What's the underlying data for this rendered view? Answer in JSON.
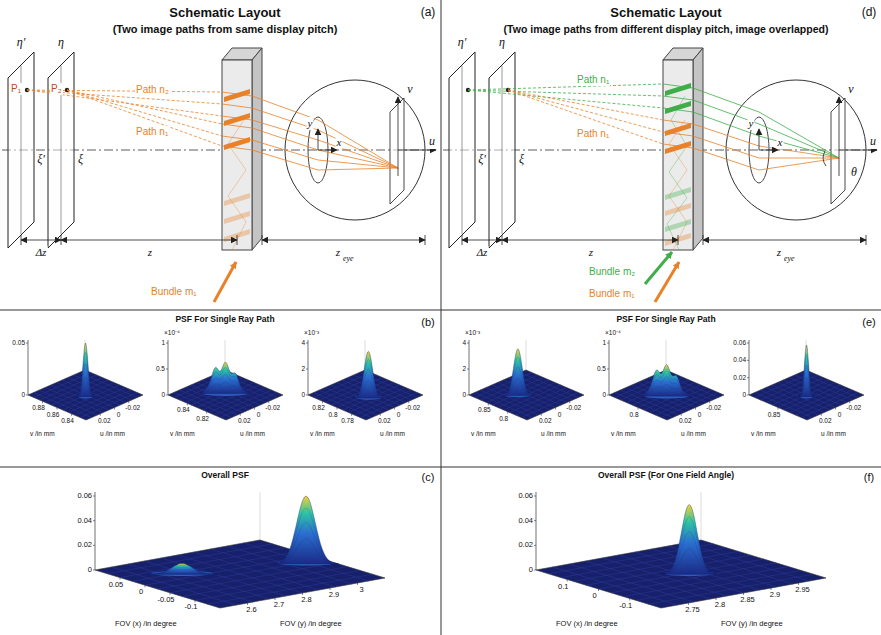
{
  "diagram": {
    "labels": [
      "Schematic Layout",
      "(Two image paths from same display pitch)",
      "(a)",
      "η'",
      "η",
      "P₁",
      "P₂",
      "Path n₂",
      "ξ'",
      "ξ",
      "Path n₁",
      "y",
      "x",
      "v",
      "u",
      "Δz",
      "z",
      "z",
      "eye",
      "Bundle m₁",
      "PSF For Single Ray Path",
      "0.05",
      "0",
      "0.88",
      "0.86",
      "0.84",
      "0.02",
      "0",
      "-0.02",
      "v /in mm",
      "u /in mm",
      "×10⁻⁴",
      "1",
      "0.5",
      "0",
      "0.84",
      "0.82",
      "0.02",
      "0",
      "-0.02",
      "v /in mm",
      "u /in mm",
      "×10⁻³",
      "4",
      "2",
      "0",
      "0.82",
      "0.8",
      "0.78",
      "0.02",
      "0",
      "-0.02",
      "v /in mm",
      "u /in mm",
      "Overall PSF",
      "0.06",
      "0.04",
      "0.02",
      "0",
      "0.05",
      "0",
      "-0.05",
      "-0.1",
      "2.6",
      "2.7",
      "2.8",
      "2.9",
      "3",
      "FOV (x) /in degree",
      "FOV (y) /in degree",
      "Schematic Layout",
      "(Two image paths from different display pitch, image overlapped)",
      "(d)",
      "η'",
      "η",
      "ξ'",
      "ξ",
      "Path n₁",
      "Path n₁",
      "y",
      "x",
      "v",
      "u",
      "θ",
      "Δz",
      "z",
      "z",
      "eye",
      "Bundle m₂",
      "Bundle m₁",
      "PSF For Single Ray Path",
      "×10⁻³",
      "4",
      "2",
      "0",
      "0.85",
      "0.8",
      "0.02",
      "0",
      "-0.02",
      "v /in mm",
      "u /in mm",
      "×10⁻⁴",
      "1",
      "0.5",
      "0",
      "0.8",
      "0.02",
      "0",
      "-0.02",
      "v /in mm",
      "u /in mm",
      "0.06",
      "0.04",
      "0.02",
      "0",
      "0.85",
      "0.02",
      "0",
      "-0.02",
      "v /in mm",
      "u /in mm",
      "Overall PSF (For One Field Angle)",
      "0.06",
      "0.04",
      "0.02",
      "0",
      "0.1",
      "0",
      "-0.1",
      "2.75",
      "2.8",
      "2.85",
      "2.9",
      "2.95",
      "FOV (x) /in degree",
      "FOV (y) /in degree",
      "(b)",
      "(c)",
      "(e)",
      "(f)"
    ]
  }
}
